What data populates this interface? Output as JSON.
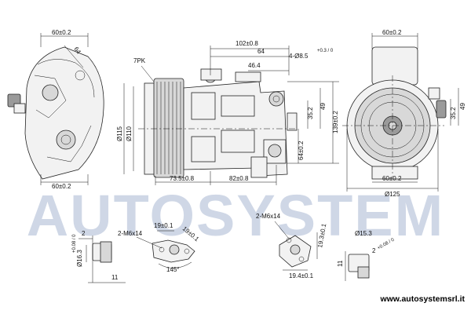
{
  "watermark": {
    "brand": "AUTOSYSTEM",
    "url": "www.autosystemsrl.it"
  },
  "left_view": {
    "dim_top": "60±0.2",
    "dim_angle": "64",
    "dim_bottom": "60±0.2"
  },
  "front_view": {
    "belt": "7PK",
    "dim_102": "102±0.8",
    "dim_64": "64",
    "dim_holes": "4-Ø8.5",
    "dim_holes_tol": "+0.3 / 0",
    "dim_46": "46.4",
    "dim_d115": "Ø115",
    "dim_d110": "Ø110",
    "dim_49": "49",
    "dim_352": "35.2",
    "dim_139": "139±0.2",
    "dim_64h": "64±0.2",
    "dim_735": "73.5±0.8",
    "dim_82": "82±0.8"
  },
  "right_view": {
    "dim_top": "60±0.2",
    "dim_49": "49",
    "dim_352": "35.2",
    "dim_bottom": "60±0.2",
    "dim_d125": "Ø125"
  },
  "detail_1": {
    "dim_2": "2",
    "dim_d163": "Ø16.3",
    "dim_d163_tol": "+0.08 / 0",
    "dim_11": "11"
  },
  "detail_2": {
    "thread": "2-M6x14",
    "dim_19": "19±0.1",
    "dim_19b": "19±0.1",
    "angle": "145°"
  },
  "detail_3": {
    "thread": "2-M6x14",
    "dim_193": "19.3±0.1",
    "dim_194": "19.4±0.1"
  },
  "detail_4": {
    "dim_d153": "Ø15.3",
    "dim_d153_tol": "+0.08 / 0",
    "dim_2": "2",
    "dim_11": "11"
  }
}
